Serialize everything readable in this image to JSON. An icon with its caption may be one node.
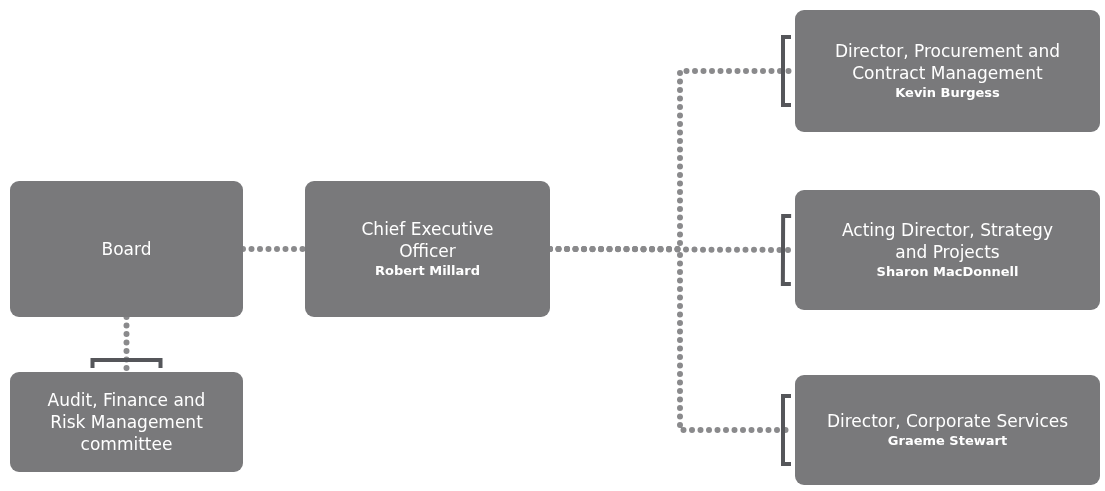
{
  "diagram": {
    "nodes": [
      {
        "text": [
          "Board"
        ]
      },
      {
        "text": [
          "Chief Executive Officer",
          "Robert Millard"
        ]
      },
      {
        "text": [
          "Audit, Finance and Risk Management committee"
        ]
      },
      {
        "text": [
          "Director, Procurement and Contract Management",
          "Kevin Burgess"
        ]
      },
      {
        "text": [
          "Acting Director, Strategy and Projects",
          "Sharon MacDonnell"
        ]
      },
      {
        "text": [
          "Director, Corporate Services",
          "Graeme Stewart"
        ]
      }
    ],
    "edges": [
      {
        "from": 0,
        "to": 1,
        "arrow": "none"
      },
      {
        "from": 0,
        "to": 2,
        "arrow": "other"
      },
      {
        "from": 1,
        "to": 3,
        "arrow": "other"
      },
      {
        "from": 1,
        "to": 4,
        "arrow": "other"
      },
      {
        "from": 1,
        "to": 5,
        "arrow": "other"
      }
    ]
  }
}
